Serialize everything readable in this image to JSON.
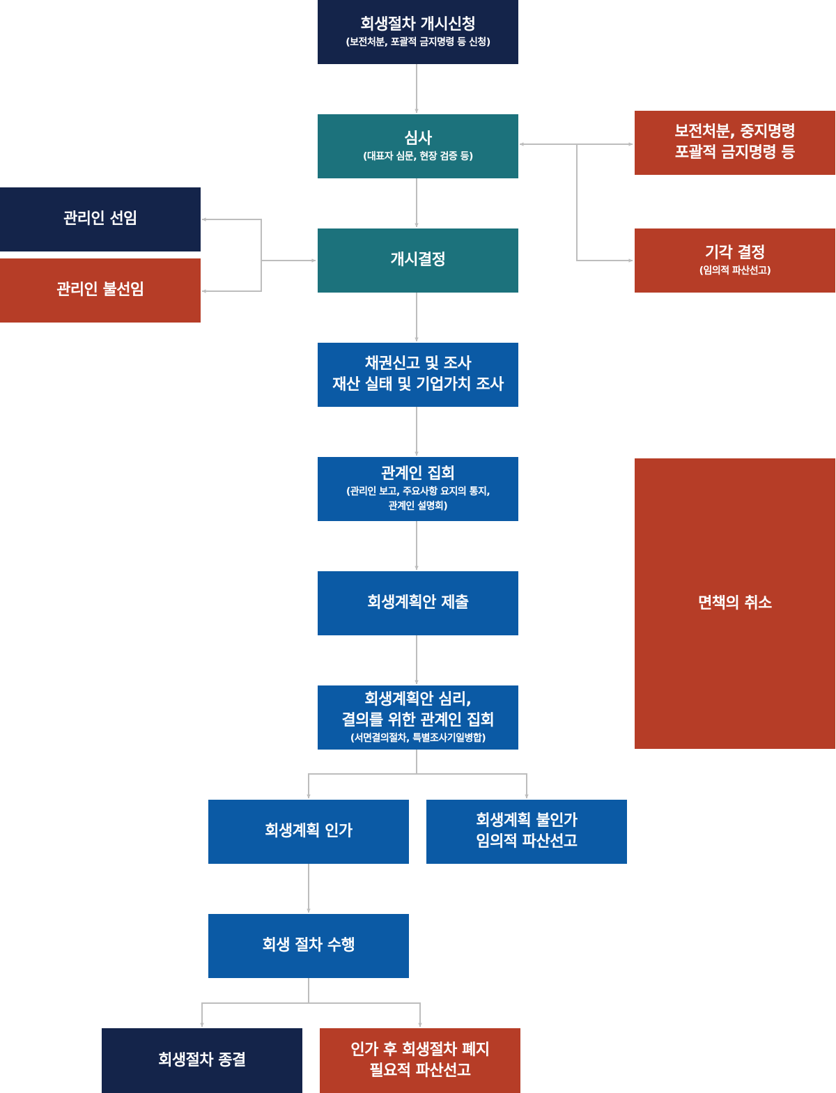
{
  "colors": {
    "navy": "#14244a",
    "teal": "#1c727c",
    "blue": "#0b5aa5",
    "red": "#b63d27",
    "connector": "#bdbdbd"
  },
  "nodes": {
    "petition": {
      "title": "회생절차 개시신청",
      "sub": "(보전처분, 포괄적 금지명령 등 신청)"
    },
    "review": {
      "title": "심사",
      "sub": "(대표자 심문, 현장 검증 등)"
    },
    "preservation": {
      "line1": "보전처분, 중지명령",
      "line2": "포괄적 금지명령 등"
    },
    "dismissal": {
      "title": "기각 결정",
      "sub": "(임의적 파산선고)"
    },
    "trustee_appointed": {
      "title": "관리인 선임"
    },
    "trustee_not_appointed": {
      "title": "관리인 불선임"
    },
    "commencement": {
      "title": "개시결정"
    },
    "claims": {
      "line1": "채권신고 및 조사",
      "line2": "재산 실태 및 기업가치 조사"
    },
    "meeting": {
      "title": "관계인 집회",
      "sub1": "(관리인 보고, 주요사항 요지의 통지,",
      "sub2": "관계인 설명회)"
    },
    "plan_submit": {
      "title": "회생계획안 제출"
    },
    "plan_hearing": {
      "line1": "회생계획안 심리,",
      "line2": "결의를 위한 관계인 집회",
      "sub": "(서면결의절차, 특별조사기일병합)"
    },
    "discharge_revocation": {
      "title": "면책의 취소"
    },
    "plan_approved": {
      "title": "회생계획 인가"
    },
    "plan_rejected": {
      "line1": "회생계획 불인가",
      "line2": "임의적 파산선고"
    },
    "execution": {
      "title": "회생 절차 수행"
    },
    "termination": {
      "title": "회생절차 종결"
    },
    "abolition": {
      "line1": "인가 후 회생절차 폐지",
      "line2": "필요적 파산선고"
    }
  }
}
